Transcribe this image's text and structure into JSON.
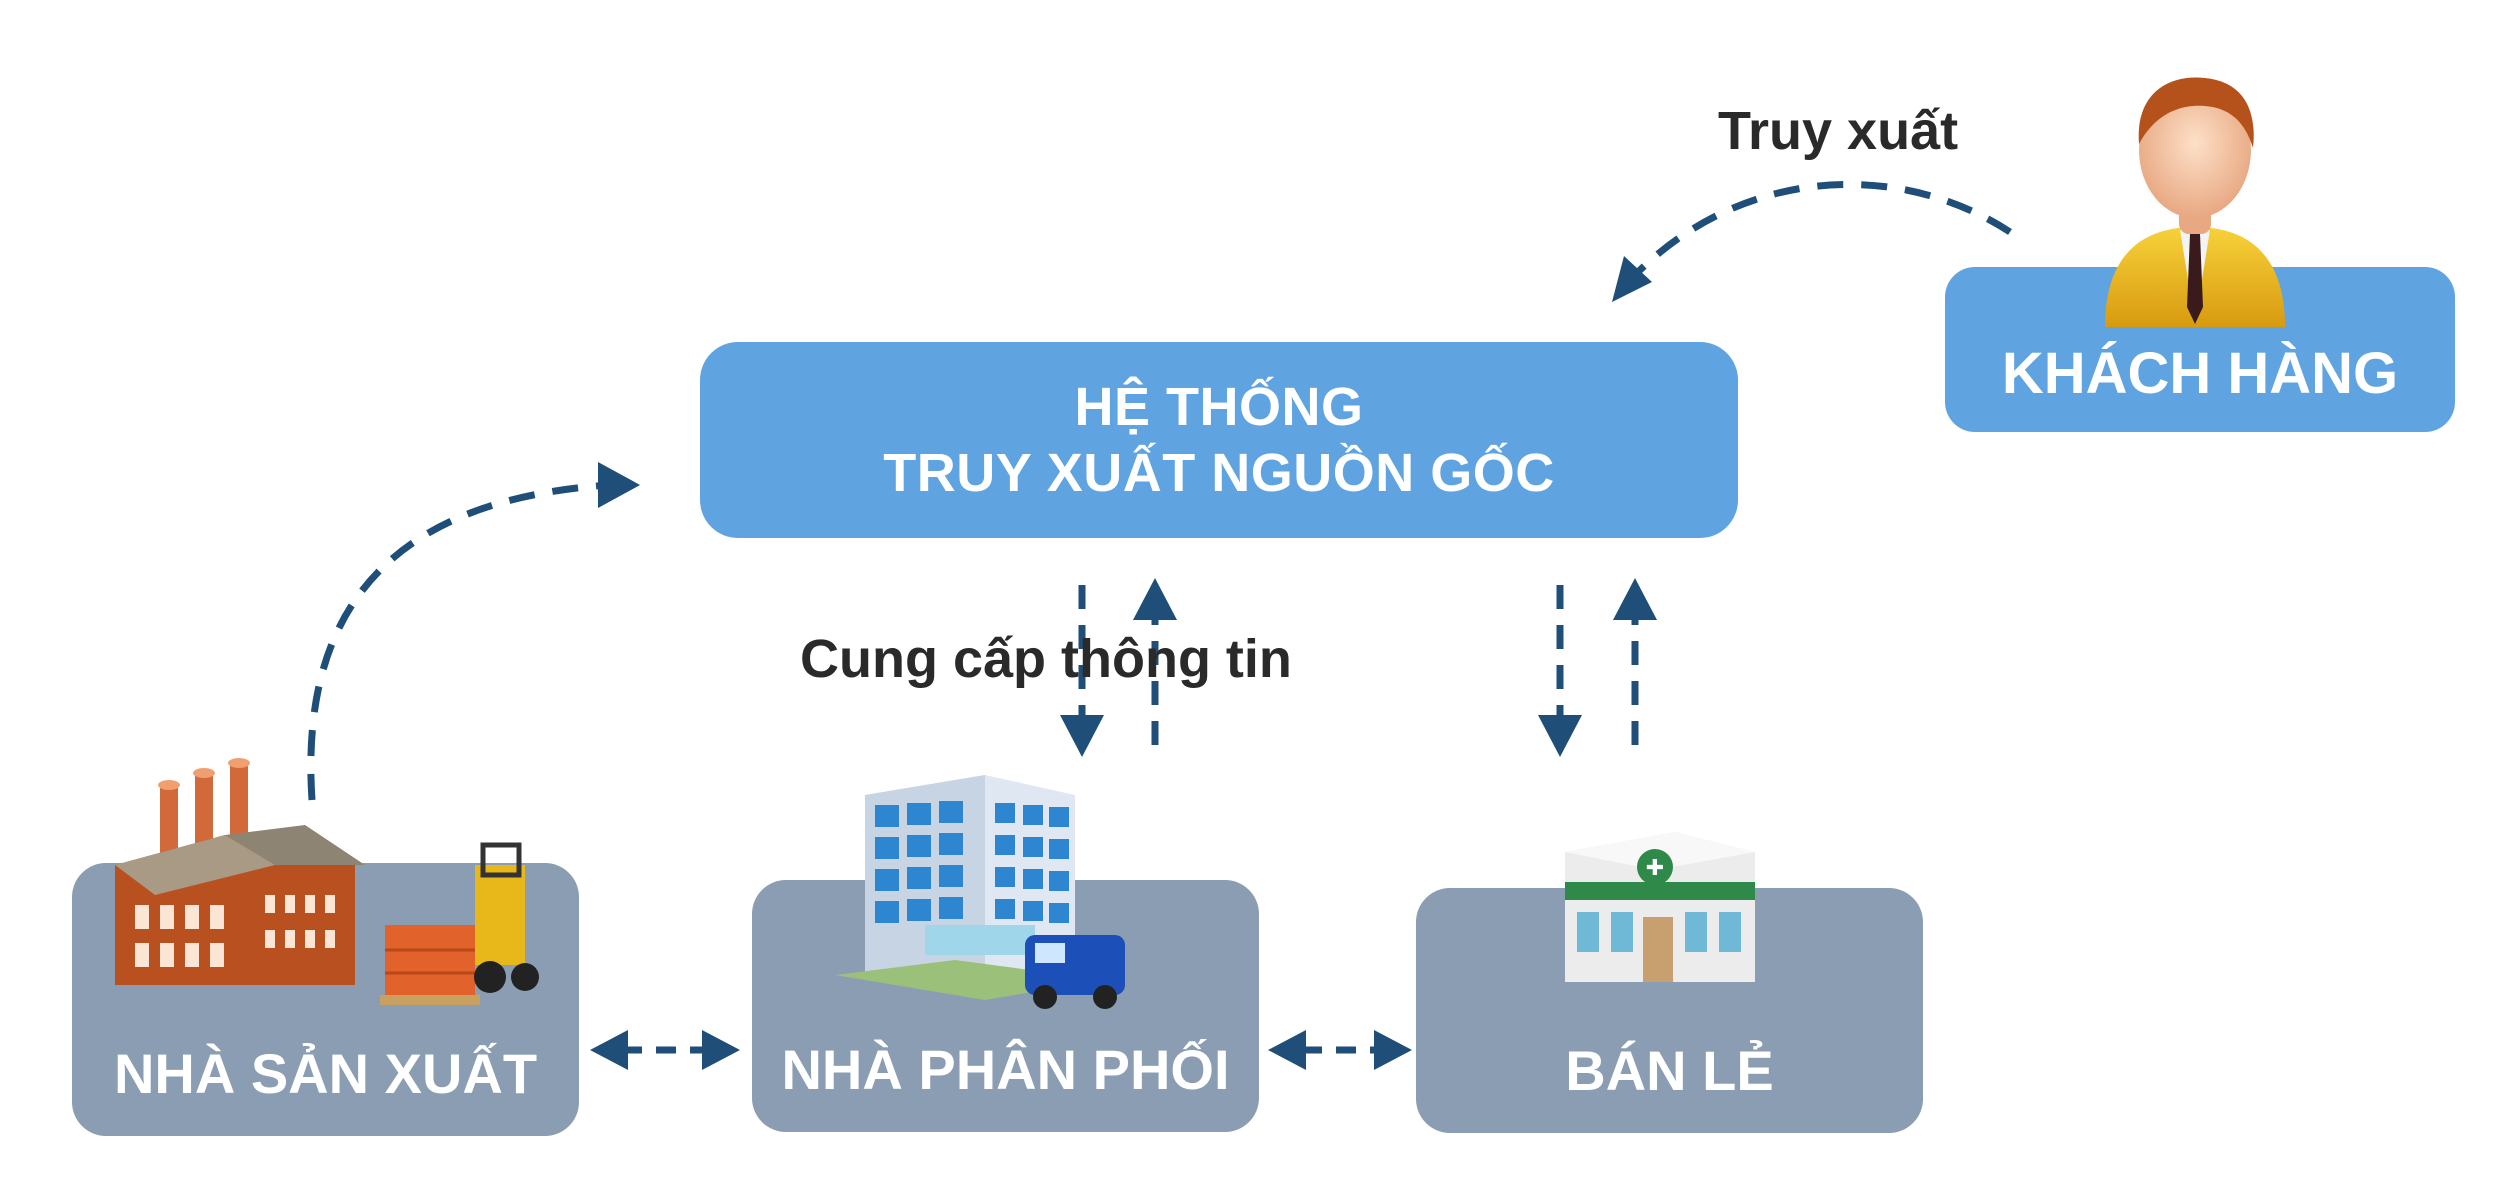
{
  "system": {
    "line1": "HỆ THỐNG",
    "line2": "TRUY XUẤT NGUỒN GỐC"
  },
  "customer": {
    "label": "KHÁCH HÀNG"
  },
  "producer": {
    "label": "NHÀ SẢN XUẤT"
  },
  "distributor": {
    "label": "NHÀ PHÂN PHỐI"
  },
  "retail": {
    "label": "BÁN LẺ"
  },
  "labels": {
    "retrieve": "Truy xuất",
    "provide": "Cung cấp thông tin"
  },
  "colors": {
    "box_blue": "#5fa3e0",
    "box_grey": "#8a9db2",
    "arrow": "#1f4e79"
  },
  "icons": {
    "customer": "person-icon",
    "producer": "factory-icon",
    "distributor": "office-building-icon",
    "retail": "pharmacy-store-icon"
  }
}
